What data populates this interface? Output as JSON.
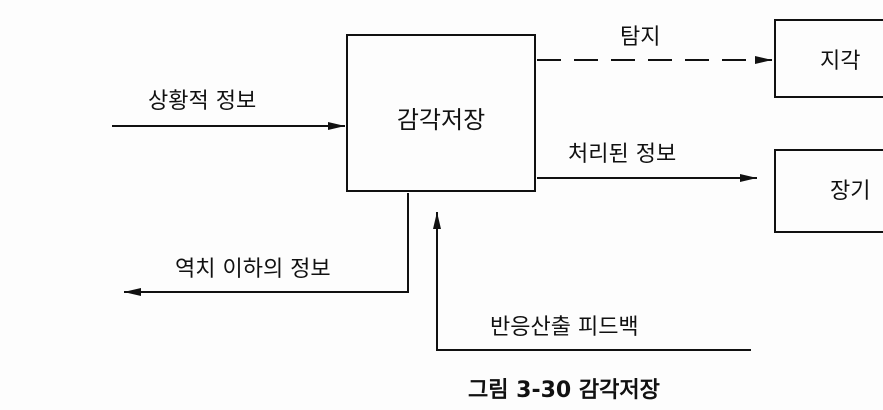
{
  "diagram": {
    "boxes": {
      "center": "감각저장",
      "right_top": "지각",
      "right_bottom": "장기"
    },
    "labels": {
      "input": "상황적 정보",
      "detect": "탐지",
      "processed": "처리된 정보",
      "below_threshold": "역치 이하의 정보",
      "feedback": "반응산출 피드백"
    },
    "caption": "그림 3-30 감각저장"
  }
}
